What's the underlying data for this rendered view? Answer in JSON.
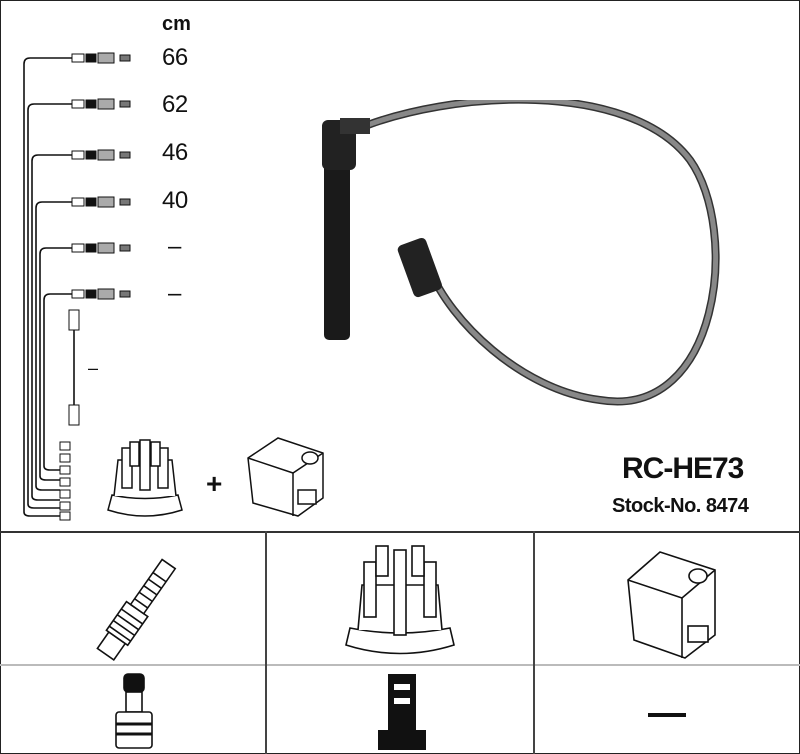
{
  "header": {
    "unit": "cm"
  },
  "lengths": [
    "66",
    "62",
    "46",
    "40",
    "–",
    "–",
    "–"
  ],
  "product": {
    "code": "RC-HE73",
    "stock_label": "Stock-No. 8474"
  },
  "plus_sign": "+",
  "grid": {
    "row1": [
      "spark-plug",
      "distributor-cap",
      "ignition-coil"
    ],
    "row2": [
      "spark-plug-connector",
      "distributor-connector",
      "–"
    ]
  },
  "none_marker": "–"
}
